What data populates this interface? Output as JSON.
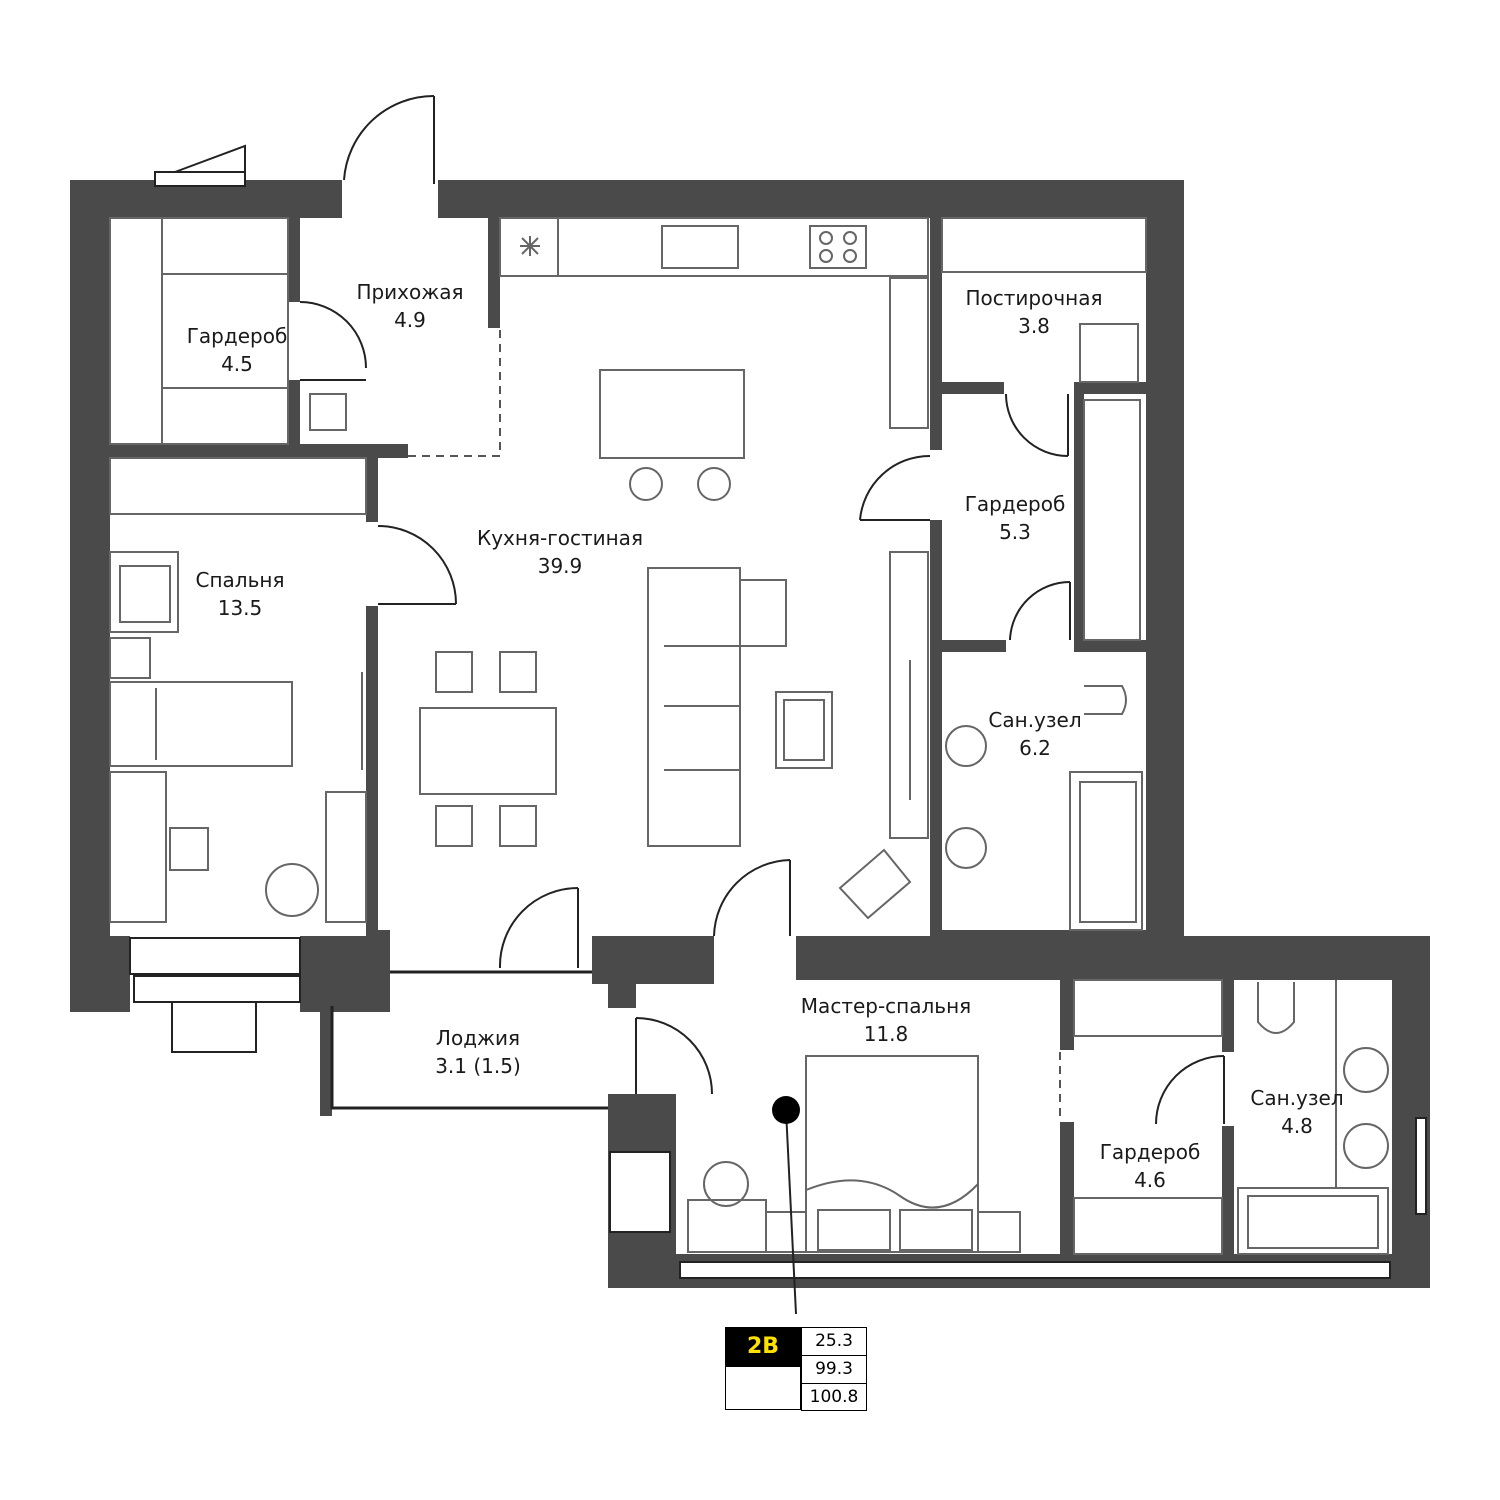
{
  "rooms": [
    {
      "id": "hall",
      "name": "Прихожая",
      "area": "4.9"
    },
    {
      "id": "wardrobe-1",
      "name": "Гардероб",
      "area": "4.5"
    },
    {
      "id": "laundry",
      "name": "Постирочная",
      "area": "3.8"
    },
    {
      "id": "wardrobe-2",
      "name": "Гардероб",
      "area": "5.3"
    },
    {
      "id": "kitchen-living",
      "name": "Кухня-гостиная",
      "area": "39.9"
    },
    {
      "id": "bedroom",
      "name": "Спальня",
      "area": "13.5"
    },
    {
      "id": "bathroom-1",
      "name": "Сан.узел",
      "area": "6.2"
    },
    {
      "id": "loggia",
      "name": "Лоджия",
      "area": "3.1 (1.5)"
    },
    {
      "id": "master-bedroom",
      "name": "Мастер-спальня",
      "area": "11.8"
    },
    {
      "id": "wardrobe-3",
      "name": "Гардероб",
      "area": "4.6"
    },
    {
      "id": "bathroom-2",
      "name": "Сан.узел",
      "area": "4.8"
    }
  ],
  "unit_tag": {
    "code": "2В",
    "values": [
      "25.3",
      "99.3",
      "100.8"
    ]
  },
  "colors": {
    "wall": "#4a4a4a",
    "line": "#555555",
    "tag_bg": "#000000",
    "tag_text": "#ffe100"
  }
}
